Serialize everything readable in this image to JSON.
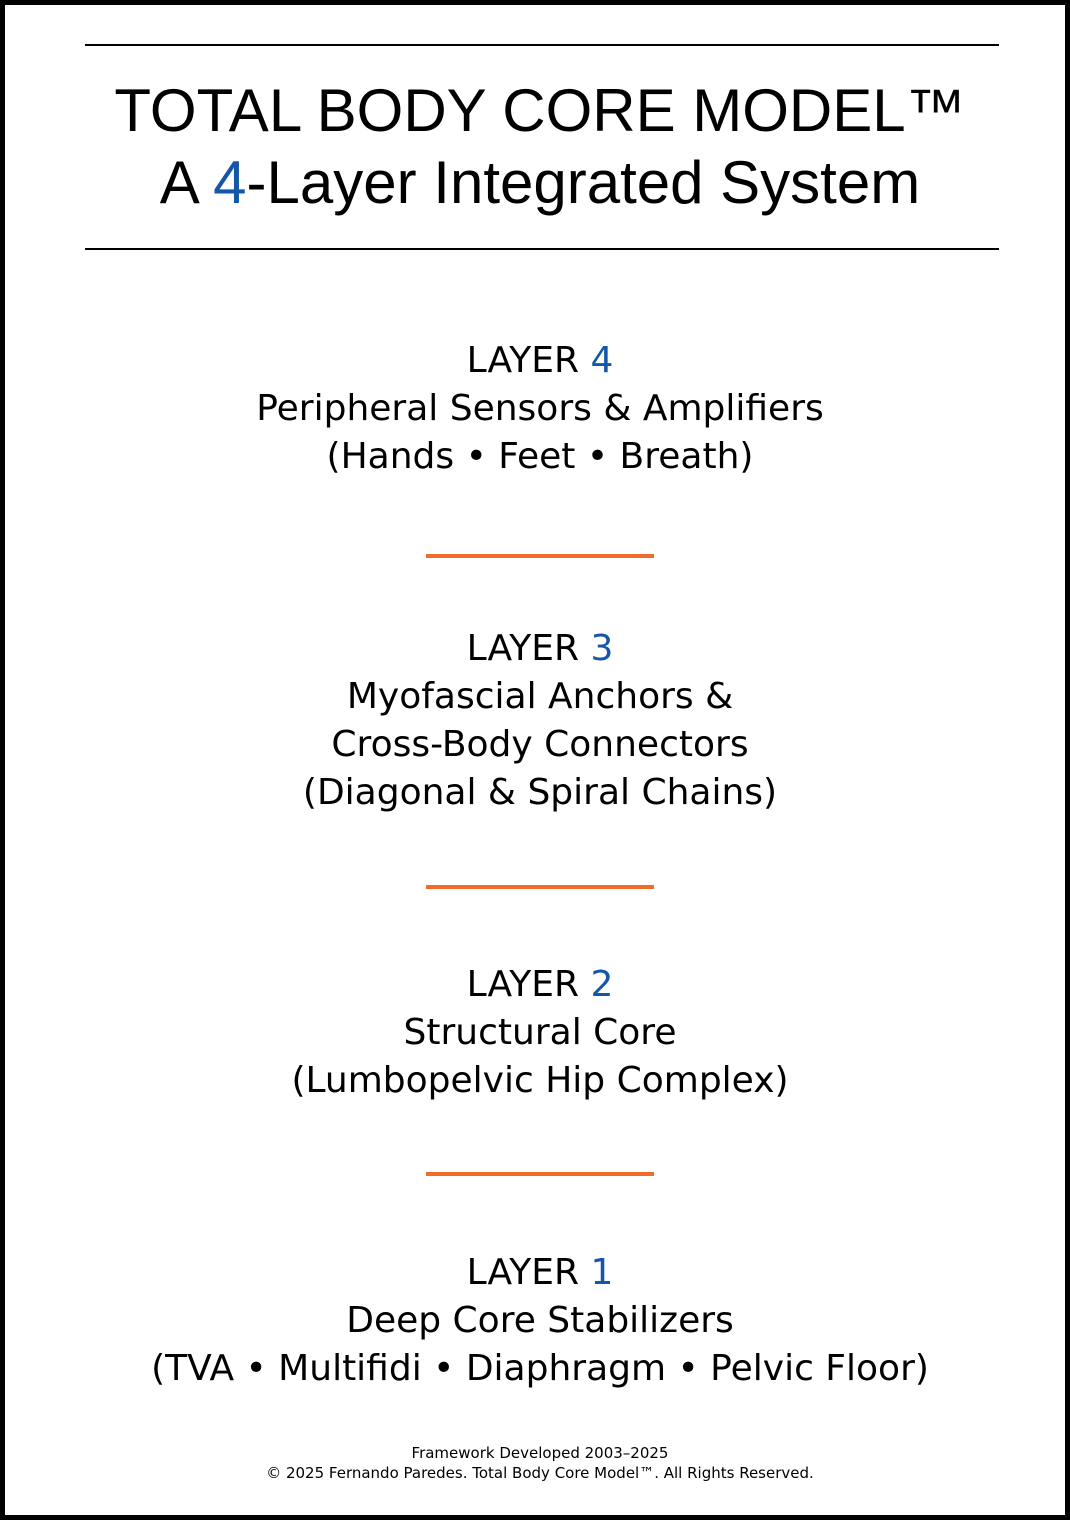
{
  "colors": {
    "accent_blue": "#1457a6",
    "divider_orange": "#f26b2a",
    "text": "#000000",
    "frame": "#000000",
    "background": "#ffffff"
  },
  "title": {
    "line1": "TOTAL BODY CORE MODEL™",
    "line2_prefix": "A ",
    "line2_number": "4",
    "line2_suffix": "-Layer Integrated System"
  },
  "layers": [
    {
      "label": "LAYER ",
      "number": "4",
      "lines": [
        "Peripheral Sensors & Amplifiers",
        "(Hands • Feet • Breath)"
      ]
    },
    {
      "label": "LAYER ",
      "number": "3",
      "lines": [
        "Myofascial Anchors &",
        "Cross-Body Connectors",
        "(Diagonal & Spiral Chains)"
      ]
    },
    {
      "label": "LAYER ",
      "number": "2",
      "lines": [
        "Structural Core",
        "(Lumbopelvic Hip Complex)"
      ]
    },
    {
      "label": "LAYER ",
      "number": "1",
      "lines": [
        "Deep Core Stabilizers",
        "(TVA • Multifidi • Diaphragm • Pelvic Floor)"
      ]
    }
  ],
  "footer": {
    "line1": "Framework Developed 2003–2025",
    "line2": "© 2025 Fernando Paredes. Total Body Core Model™. All Rights Reserved."
  }
}
